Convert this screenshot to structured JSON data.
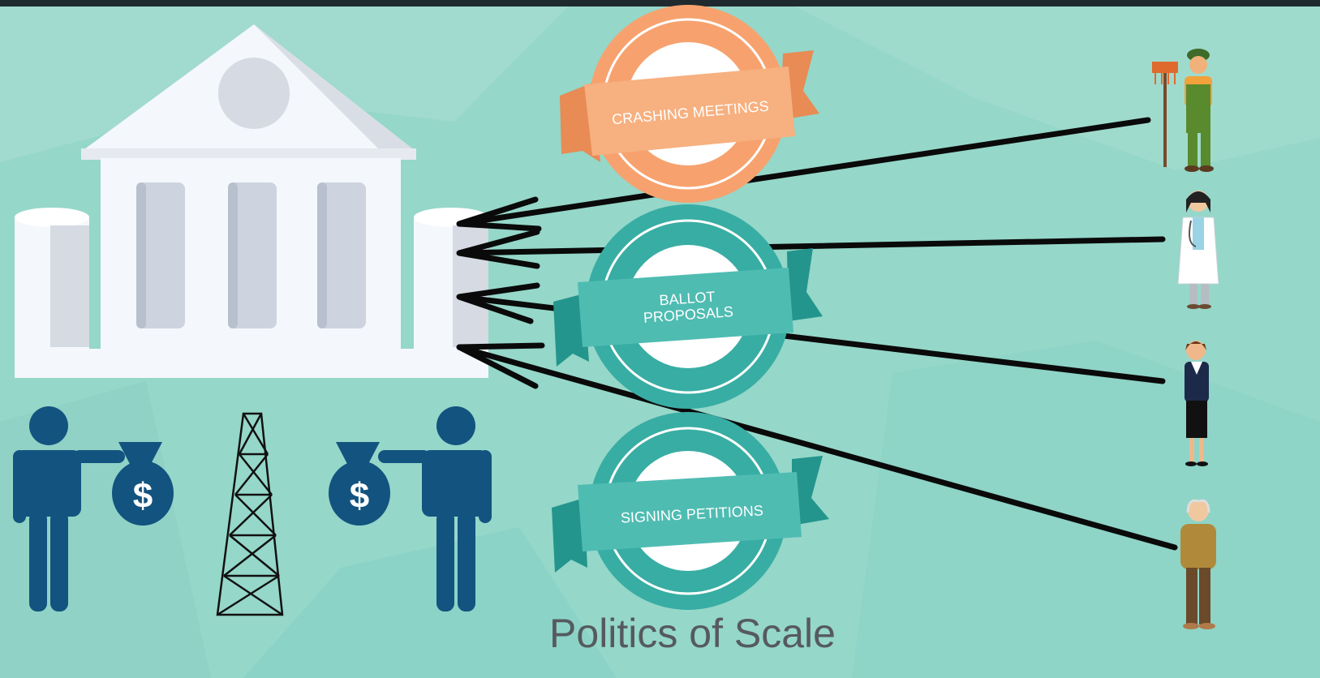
{
  "caption": "Politics of Scale",
  "badges": [
    {
      "id": "crashing-meetings",
      "label_lines": [
        "CRASHING MEETINGS"
      ]
    },
    {
      "id": "ballot-proposals",
      "label_lines": [
        "BALLOT",
        "PROPOSALS"
      ]
    },
    {
      "id": "signing-petitions",
      "label_lines": [
        "SIGNING PETITIONS"
      ]
    }
  ],
  "money_symbol": "$",
  "people": [
    "farmer",
    "doctor",
    "businesswoman",
    "elderly-man"
  ],
  "colors": {
    "background": "#95d7c9",
    "orange_badge": "#f7a26e",
    "teal_badge": "#38ada3",
    "businessman": "#13537f",
    "building": "#f1f5f9",
    "caption": "#565a5d"
  }
}
